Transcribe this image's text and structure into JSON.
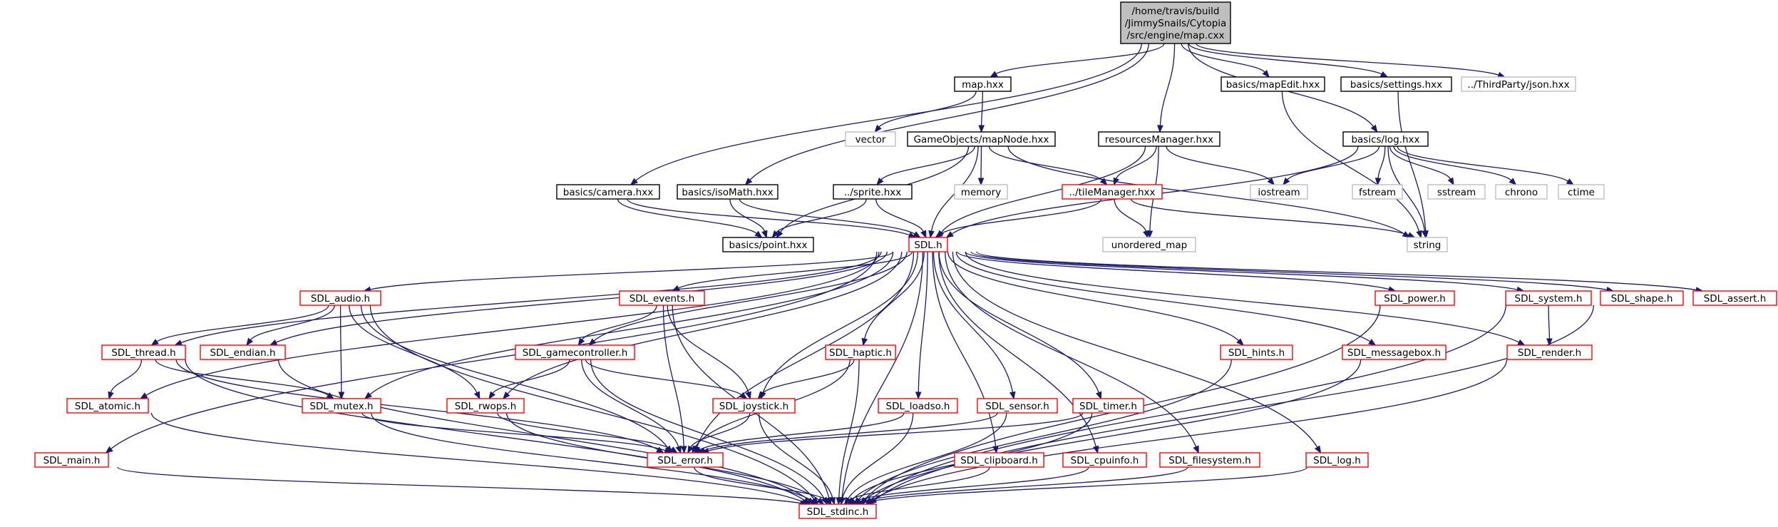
{
  "colors": {
    "edge": "#191970",
    "root_fill": "#bfbfbf",
    "root_border": "#000000",
    "normal_border": "#000000",
    "red_border": "#ff0000",
    "external_border": "#bfbfbf",
    "external_text": "#404040"
  },
  "nodes": [
    {
      "id": "root",
      "lines": [
        "/home/travis/build",
        "/JimmySnails/Cytopia",
        "/src/engine/map.cxx"
      ],
      "kind": "root"
    },
    {
      "id": "map_hxx",
      "lines": [
        "map.hxx"
      ],
      "kind": "normal"
    },
    {
      "id": "vector",
      "lines": [
        "vector"
      ],
      "kind": "external"
    },
    {
      "id": "mapnode",
      "lines": [
        "GameObjects/mapNode.hxx"
      ],
      "kind": "normal"
    },
    {
      "id": "resmgr",
      "lines": [
        "resourcesManager.hxx"
      ],
      "kind": "normal"
    },
    {
      "id": "mapedit",
      "lines": [
        "basics/mapEdit.hxx"
      ],
      "kind": "normal"
    },
    {
      "id": "settings",
      "lines": [
        "basics/settings.hxx"
      ],
      "kind": "normal"
    },
    {
      "id": "json",
      "lines": [
        "../ThirdParty/json.hxx"
      ],
      "kind": "external"
    },
    {
      "id": "log_hxx",
      "lines": [
        "basics/log.hxx"
      ],
      "kind": "normal"
    },
    {
      "id": "camera",
      "lines": [
        "basics/camera.hxx"
      ],
      "kind": "normal"
    },
    {
      "id": "isomath",
      "lines": [
        "basics/isoMath.hxx"
      ],
      "kind": "normal"
    },
    {
      "id": "sprite",
      "lines": [
        "../sprite.hxx"
      ],
      "kind": "normal"
    },
    {
      "id": "memory",
      "lines": [
        "memory"
      ],
      "kind": "external"
    },
    {
      "id": "tilemgr",
      "lines": [
        "../tileManager.hxx"
      ],
      "kind": "red"
    },
    {
      "id": "iostream",
      "lines": [
        "iostream"
      ],
      "kind": "external"
    },
    {
      "id": "fstream",
      "lines": [
        "fstream"
      ],
      "kind": "external"
    },
    {
      "id": "sstream",
      "lines": [
        "sstream"
      ],
      "kind": "external"
    },
    {
      "id": "chrono",
      "lines": [
        "chrono"
      ],
      "kind": "external"
    },
    {
      "id": "ctime",
      "lines": [
        "ctime"
      ],
      "kind": "external"
    },
    {
      "id": "point",
      "lines": [
        "basics/point.hxx"
      ],
      "kind": "normal"
    },
    {
      "id": "sdl",
      "lines": [
        "SDL.h"
      ],
      "kind": "red"
    },
    {
      "id": "unordered_map",
      "lines": [
        "unordered_map"
      ],
      "kind": "external"
    },
    {
      "id": "string",
      "lines": [
        "string"
      ],
      "kind": "external"
    },
    {
      "id": "audio",
      "lines": [
        "SDL_audio.h"
      ],
      "kind": "red"
    },
    {
      "id": "events",
      "lines": [
        "SDL_events.h"
      ],
      "kind": "red"
    },
    {
      "id": "power",
      "lines": [
        "SDL_power.h"
      ],
      "kind": "red"
    },
    {
      "id": "system",
      "lines": [
        "SDL_system.h"
      ],
      "kind": "red"
    },
    {
      "id": "shape",
      "lines": [
        "SDL_shape.h"
      ],
      "kind": "red"
    },
    {
      "id": "assert",
      "lines": [
        "SDL_assert.h"
      ],
      "kind": "red"
    },
    {
      "id": "thread",
      "lines": [
        "SDL_thread.h"
      ],
      "kind": "red"
    },
    {
      "id": "endian",
      "lines": [
        "SDL_endian.h"
      ],
      "kind": "red"
    },
    {
      "id": "gamecontroller",
      "lines": [
        "SDL_gamecontroller.h"
      ],
      "kind": "red"
    },
    {
      "id": "haptic",
      "lines": [
        "SDL_haptic.h"
      ],
      "kind": "red"
    },
    {
      "id": "hints",
      "lines": [
        "SDL_hints.h"
      ],
      "kind": "red"
    },
    {
      "id": "messagebox",
      "lines": [
        "SDL_messagebox.h"
      ],
      "kind": "red"
    },
    {
      "id": "render",
      "lines": [
        "SDL_render.h"
      ],
      "kind": "red"
    },
    {
      "id": "atomic",
      "lines": [
        "SDL_atomic.h"
      ],
      "kind": "red"
    },
    {
      "id": "mutex",
      "lines": [
        "SDL_mutex.h"
      ],
      "kind": "red"
    },
    {
      "id": "rwops",
      "lines": [
        "SDL_rwops.h"
      ],
      "kind": "red"
    },
    {
      "id": "joystick",
      "lines": [
        "SDL_joystick.h"
      ],
      "kind": "red"
    },
    {
      "id": "loadso",
      "lines": [
        "SDL_loadso.h"
      ],
      "kind": "red"
    },
    {
      "id": "sensor",
      "lines": [
        "SDL_sensor.h"
      ],
      "kind": "red"
    },
    {
      "id": "timer",
      "lines": [
        "SDL_timer.h"
      ],
      "kind": "red"
    },
    {
      "id": "main",
      "lines": [
        "SDL_main.h"
      ],
      "kind": "red"
    },
    {
      "id": "error",
      "lines": [
        "SDL_error.h"
      ],
      "kind": "red"
    },
    {
      "id": "clipboard",
      "lines": [
        "SDL_clipboard.h"
      ],
      "kind": "red"
    },
    {
      "id": "cpuinfo",
      "lines": [
        "SDL_cpuinfo.h"
      ],
      "kind": "red"
    },
    {
      "id": "filesystem",
      "lines": [
        "SDL_filesystem.h"
      ],
      "kind": "red"
    },
    {
      "id": "log_h",
      "lines": [
        "SDL_log.h"
      ],
      "kind": "red"
    },
    {
      "id": "stdinc",
      "lines": [
        "SDL_stdinc.h"
      ],
      "kind": "red"
    }
  ],
  "edges": [
    [
      "root",
      "map_hxx"
    ],
    [
      "root",
      "resmgr"
    ],
    [
      "root",
      "mapedit"
    ],
    [
      "root",
      "settings"
    ],
    [
      "root",
      "json"
    ],
    [
      "root",
      "log_hxx"
    ],
    [
      "root",
      "camera"
    ],
    [
      "root",
      "isomath"
    ],
    [
      "map_hxx",
      "vector"
    ],
    [
      "map_hxx",
      "mapnode"
    ],
    [
      "mapnode",
      "sprite"
    ],
    [
      "mapnode",
      "memory"
    ],
    [
      "mapnode",
      "tilemgr"
    ],
    [
      "mapnode",
      "point"
    ],
    [
      "mapnode",
      "sdl"
    ],
    [
      "mapnode",
      "string"
    ],
    [
      "resmgr",
      "tilemgr"
    ],
    [
      "resmgr",
      "iostream"
    ],
    [
      "resmgr",
      "unordered_map"
    ],
    [
      "resmgr",
      "sdl"
    ],
    [
      "mapedit",
      "string"
    ],
    [
      "settings",
      "string"
    ],
    [
      "log_hxx",
      "iostream"
    ],
    [
      "log_hxx",
      "fstream"
    ],
    [
      "log_hxx",
      "sstream"
    ],
    [
      "log_hxx",
      "chrono"
    ],
    [
      "log_hxx",
      "ctime"
    ],
    [
      "log_hxx",
      "sdl"
    ],
    [
      "log_hxx",
      "string"
    ],
    [
      "camera",
      "point"
    ],
    [
      "camera",
      "sdl"
    ],
    [
      "isomath",
      "point"
    ],
    [
      "isomath",
      "sdl"
    ],
    [
      "sprite",
      "point"
    ],
    [
      "sprite",
      "sdl"
    ],
    [
      "tilemgr",
      "sdl"
    ],
    [
      "tilemgr",
      "unordered_map"
    ],
    [
      "tilemgr",
      "string"
    ],
    [
      "sdl",
      "audio"
    ],
    [
      "sdl",
      "events"
    ],
    [
      "sdl",
      "power"
    ],
    [
      "sdl",
      "system"
    ],
    [
      "sdl",
      "shape"
    ],
    [
      "sdl",
      "assert"
    ],
    [
      "sdl",
      "thread"
    ],
    [
      "sdl",
      "endian"
    ],
    [
      "sdl",
      "gamecontroller"
    ],
    [
      "sdl",
      "haptic"
    ],
    [
      "sdl",
      "hints"
    ],
    [
      "sdl",
      "messagebox"
    ],
    [
      "sdl",
      "render"
    ],
    [
      "sdl",
      "atomic"
    ],
    [
      "sdl",
      "mutex"
    ],
    [
      "sdl",
      "rwops"
    ],
    [
      "sdl",
      "joystick"
    ],
    [
      "sdl",
      "loadso"
    ],
    [
      "sdl",
      "sensor"
    ],
    [
      "sdl",
      "timer"
    ],
    [
      "sdl",
      "main"
    ],
    [
      "sdl",
      "error"
    ],
    [
      "sdl",
      "clipboard"
    ],
    [
      "sdl",
      "cpuinfo"
    ],
    [
      "sdl",
      "filesystem"
    ],
    [
      "sdl",
      "log_h"
    ],
    [
      "sdl",
      "stdinc"
    ],
    [
      "audio",
      "thread"
    ],
    [
      "audio",
      "endian"
    ],
    [
      "audio",
      "mutex"
    ],
    [
      "audio",
      "rwops"
    ],
    [
      "audio",
      "error"
    ],
    [
      "audio",
      "stdinc"
    ],
    [
      "events",
      "gamecontroller"
    ],
    [
      "events",
      "joystick"
    ],
    [
      "events",
      "error"
    ],
    [
      "events",
      "stdinc"
    ],
    [
      "thread",
      "atomic"
    ],
    [
      "thread",
      "mutex"
    ],
    [
      "thread",
      "error"
    ],
    [
      "thread",
      "stdinc"
    ],
    [
      "endian",
      "stdinc"
    ],
    [
      "gamecontroller",
      "rwops"
    ],
    [
      "gamecontroller",
      "joystick"
    ],
    [
      "gamecontroller",
      "error"
    ],
    [
      "gamecontroller",
      "stdinc"
    ],
    [
      "haptic",
      "joystick"
    ],
    [
      "haptic",
      "error"
    ],
    [
      "haptic",
      "stdinc"
    ],
    [
      "system",
      "render"
    ],
    [
      "system",
      "stdinc"
    ],
    [
      "power",
      "stdinc"
    ],
    [
      "shape",
      "stdinc"
    ],
    [
      "hints",
      "stdinc"
    ],
    [
      "messagebox",
      "stdinc"
    ],
    [
      "render",
      "stdinc"
    ],
    [
      "atomic",
      "stdinc"
    ],
    [
      "mutex",
      "error"
    ],
    [
      "mutex",
      "stdinc"
    ],
    [
      "rwops",
      "error"
    ],
    [
      "rwops",
      "stdinc"
    ],
    [
      "joystick",
      "error"
    ],
    [
      "joystick",
      "stdinc"
    ],
    [
      "loadso",
      "error"
    ],
    [
      "loadso",
      "stdinc"
    ],
    [
      "sensor",
      "error"
    ],
    [
      "sensor",
      "stdinc"
    ],
    [
      "timer",
      "error"
    ],
    [
      "timer",
      "stdinc"
    ],
    [
      "error",
      "stdinc"
    ],
    [
      "main",
      "stdinc"
    ],
    [
      "clipboard",
      "stdinc"
    ],
    [
      "cpuinfo",
      "stdinc"
    ],
    [
      "filesystem",
      "stdinc"
    ],
    [
      "log_h",
      "stdinc"
    ]
  ]
}
